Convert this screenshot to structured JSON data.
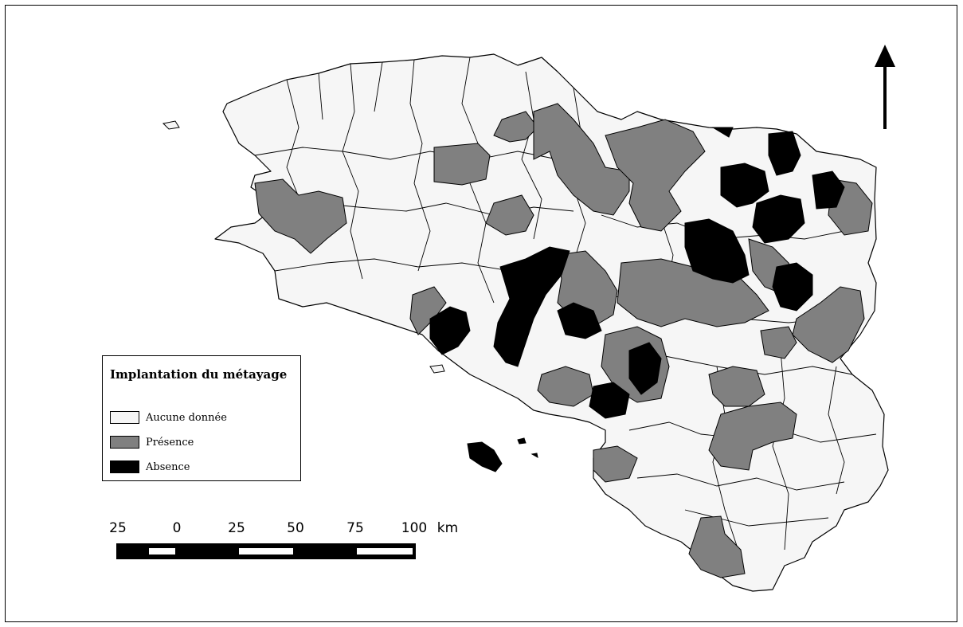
{
  "legend": {
    "title": "Implantation du métayage",
    "items": [
      {
        "label": "Aucune donnée",
        "color": "#f6f6f6"
      },
      {
        "label": "Présence",
        "color": "#808080"
      },
      {
        "label": "Absence",
        "color": "#000000"
      }
    ]
  },
  "scale_bar": {
    "ticks": [
      "25",
      "0",
      "25",
      "50",
      "75",
      "100"
    ],
    "unit": "km"
  },
  "north_arrow": {
    "icon": "north-arrow-icon"
  },
  "colors": {
    "border": "#000000",
    "background": "#ffffff"
  }
}
